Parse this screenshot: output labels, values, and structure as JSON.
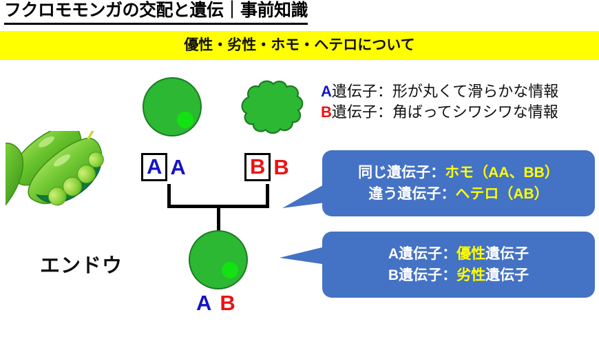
{
  "header": {
    "title": "フクロモモンガの交配と遺伝｜事前知識",
    "banner": "優性・劣性・ホモ・ヘテロについて",
    "banner_color": "#ffff00"
  },
  "illustration": {
    "label": "エンドウ",
    "pod_color": "#6ec832",
    "seed_color": "#2cb832"
  },
  "genes": {
    "parent_left": {
      "shape": "smooth-circle",
      "letters": [
        "A",
        "A"
      ],
      "color": "#1414c8",
      "boxed_index": 0
    },
    "parent_right": {
      "shape": "wrinkled-blob",
      "letters": [
        "B",
        "B"
      ],
      "color": "#ee1111",
      "boxed_index": 0
    },
    "offspring": {
      "shape": "smooth-circle",
      "letters": [
        "A",
        "B"
      ],
      "colors": [
        "#1414c8",
        "#ee1111"
      ]
    }
  },
  "legend": {
    "line1": {
      "gene": "A",
      "text": "遺伝子：形が丸くて滑らかな情報",
      "gene_color": "#1414c8"
    },
    "line2": {
      "gene": "B",
      "text": "遺伝子：角ばってシワシワな情報",
      "gene_color": "#ee1111"
    }
  },
  "callouts": {
    "box_color": "#4472c4",
    "highlight_color": "#ffff00",
    "homo_hetero": {
      "line1_prefix": "同じ遺伝子：",
      "line1_highlight": "ホモ（AA、BB）",
      "line2_prefix": "違う遺伝子：",
      "line2_highlight": "ヘテロ（AB）"
    },
    "dominance": {
      "line1_prefix": "A遺伝子：",
      "line1_highlight": "優性",
      "line1_suffix": "遺伝子",
      "line2_prefix": "B遺伝子：",
      "line2_highlight": "劣性",
      "line2_suffix": "遺伝子"
    }
  }
}
